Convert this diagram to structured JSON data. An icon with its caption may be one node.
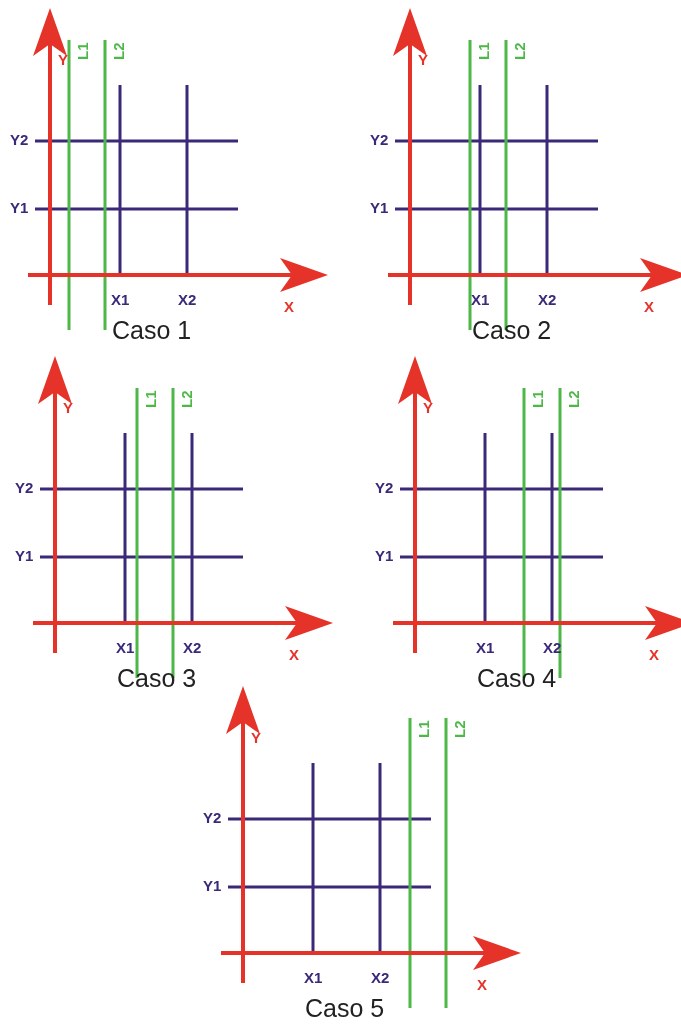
{
  "diagram": {
    "labels": [
      "Y",
      "L1",
      "L2",
      "Y2",
      "Y1",
      "X1",
      "X2",
      "X",
      "Caso 1",
      "Y",
      "L1",
      "L2",
      "Y2",
      "Y1",
      "X1",
      "X2",
      "X",
      "Caso 2",
      "Y",
      "L1",
      "L2",
      "Y2",
      "Y1",
      "X1",
      "X2",
      "X",
      "Caso 3",
      "Y",
      "L1",
      "L2",
      "Y2",
      "Y1",
      "X1",
      "X2",
      "X",
      "Caso 4",
      "Y",
      "L1",
      "L2",
      "Y2",
      "Y1",
      "X1",
      "X2",
      "X",
      "Caso 5"
    ]
  }
}
